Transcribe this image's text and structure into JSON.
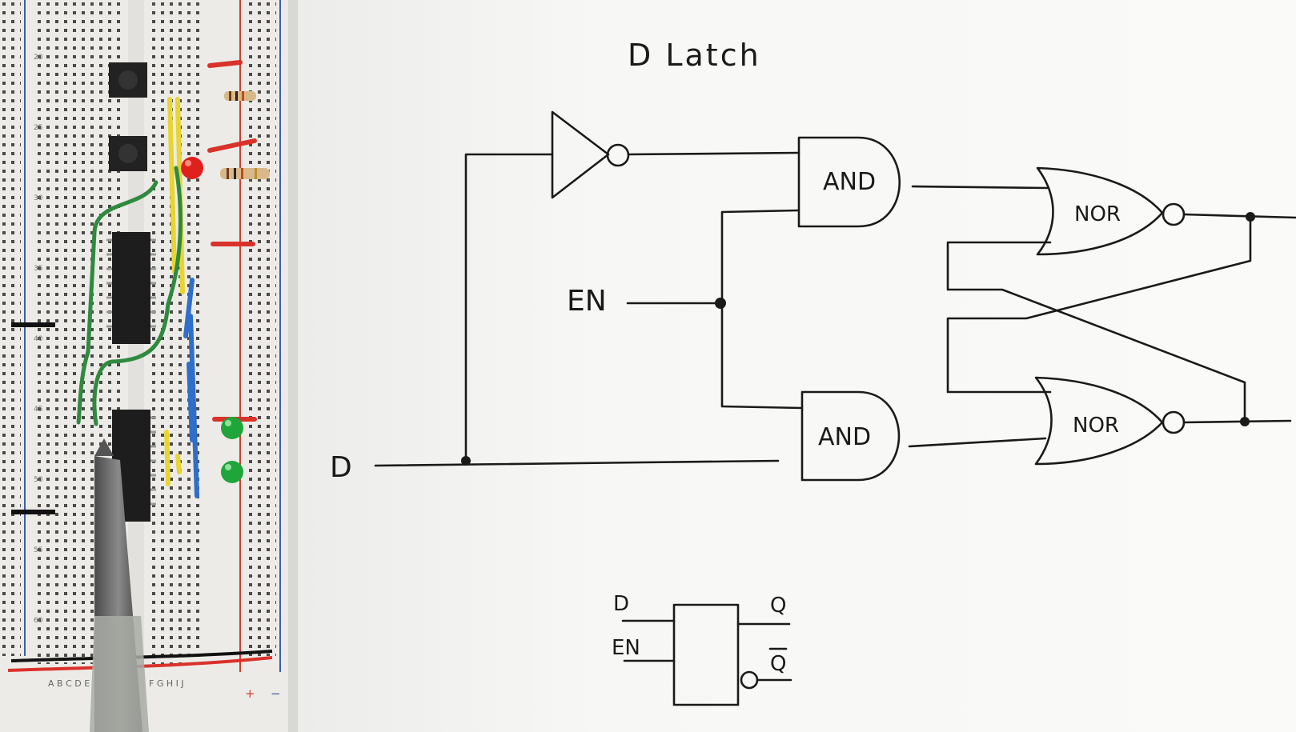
{
  "diagram": {
    "title": "D Latch",
    "inputs": {
      "d": "D",
      "en": "EN"
    },
    "gates": {
      "and_top": "AND",
      "and_bottom": "AND",
      "nor_top": "NOR",
      "nor_bottom": "NOR"
    },
    "symbol": {
      "d": "D",
      "en": "EN",
      "q": "Q",
      "q_bar": "Q"
    }
  },
  "breadboard": {
    "row_labels": [
      "20",
      "25",
      "30",
      "35",
      "40",
      "45",
      "50",
      "55",
      "60"
    ],
    "column_labels": "A B C D E",
    "column_labels_right": "F G H I J",
    "rail_plus": "+",
    "rail_minus": "−"
  },
  "colors": {
    "ink": "#1a1a1a",
    "paper": "#fafaf8",
    "board": "#ecebe7",
    "rail_red": "#d23b34",
    "rail_blue": "#3f5ea8",
    "wire_yellow": "#e8d531",
    "wire_green": "#2f8a3e",
    "wire_blue": "#2f6fc9",
    "wire_red": "#d9322b",
    "led_red": "#e0201c",
    "led_green": "#1fa53a",
    "chip": "#1d1d1d"
  }
}
